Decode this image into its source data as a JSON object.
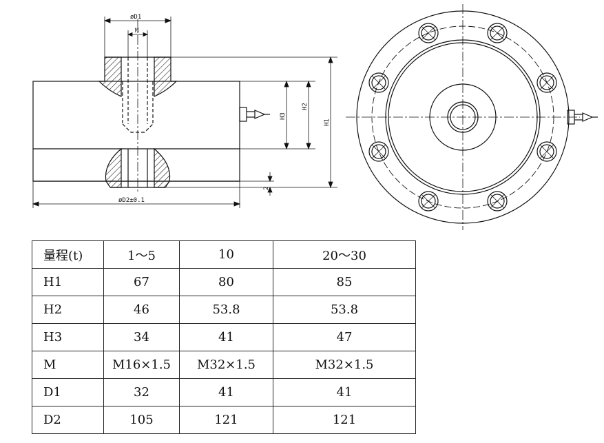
{
  "drawing": {
    "labels": {
      "d1": "øD1",
      "m": "M",
      "h1": "H1",
      "h2": "H2",
      "h3": "H3",
      "gap": "2",
      "d2": "øD2±0.1"
    }
  },
  "table": {
    "header": [
      "量程(t)",
      "1～5",
      "10",
      "20～30"
    ],
    "rows": [
      {
        "label": "H1",
        "values": [
          "67",
          "80",
          "85"
        ]
      },
      {
        "label": "H2",
        "values": [
          "46",
          "53.8",
          "53.8"
        ]
      },
      {
        "label": "H3",
        "values": [
          "34",
          "41",
          "47"
        ]
      },
      {
        "label": "M",
        "values": [
          "M16×1.5",
          "M32×1.5",
          "M32×1.5"
        ]
      },
      {
        "label": "D1",
        "values": [
          "32",
          "41",
          "41"
        ]
      },
      {
        "label": "D2",
        "values": [
          "105",
          "121",
          "121"
        ]
      }
    ]
  }
}
